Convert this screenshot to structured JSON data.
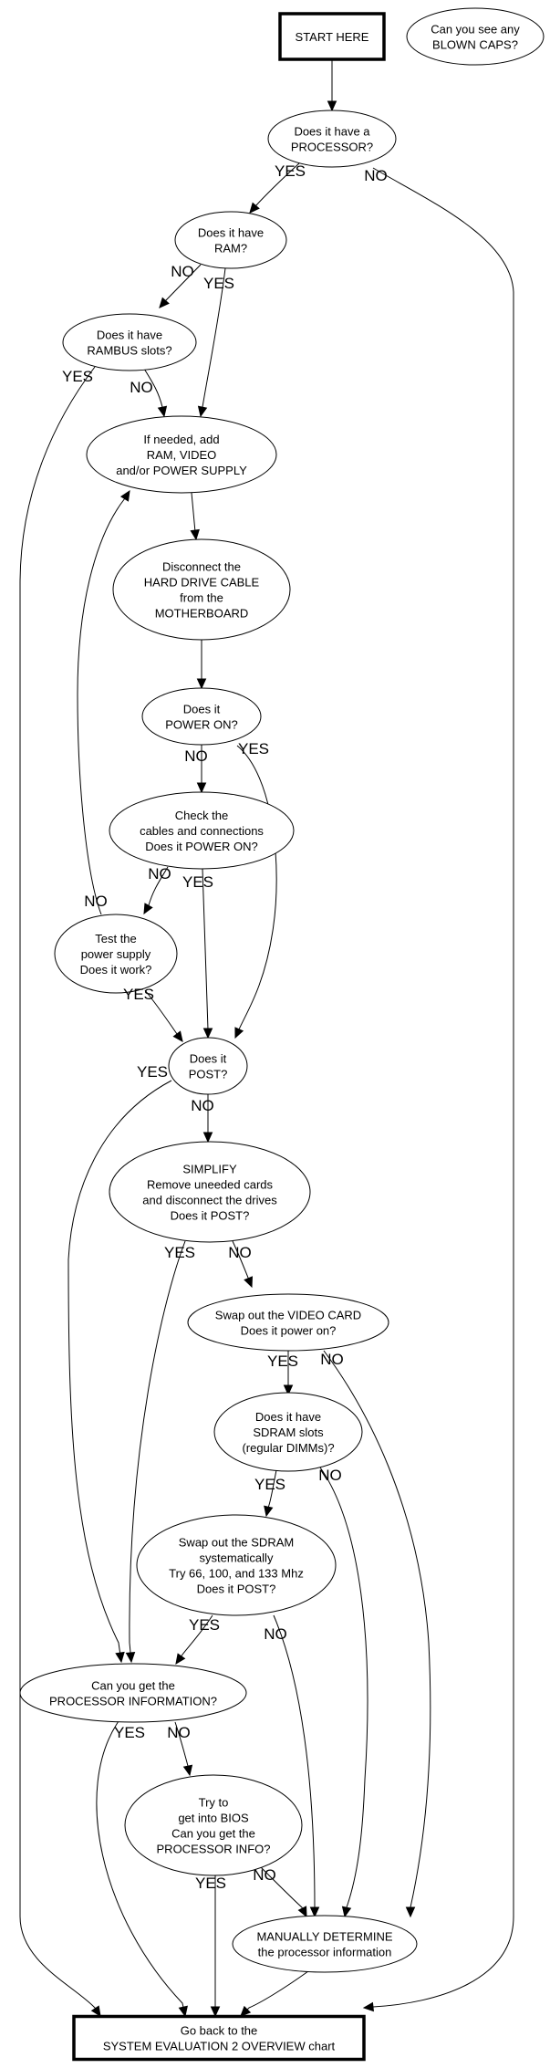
{
  "diagram": {
    "type": "flowchart",
    "nodes": {
      "start": {
        "shape": "box",
        "lines": [
          "START HERE"
        ]
      },
      "blown_caps": {
        "shape": "ellipse",
        "lines": [
          "Can you see any",
          "BLOWN CAPS?"
        ]
      },
      "processor": {
        "shape": "ellipse",
        "lines": [
          "Does it have a",
          "PROCESSOR?"
        ]
      },
      "ram": {
        "shape": "ellipse",
        "lines": [
          "Does it have",
          "RAM?"
        ]
      },
      "rambus": {
        "shape": "ellipse",
        "lines": [
          "Does it have",
          "RAMBUS slots?"
        ]
      },
      "add_parts": {
        "shape": "ellipse",
        "lines": [
          "If needed, add",
          "RAM, VIDEO",
          "and/or POWER SUPPLY"
        ]
      },
      "disconnect_hd": {
        "shape": "ellipse",
        "lines": [
          "Disconnect the",
          "HARD DRIVE CABLE",
          "from the",
          "MOTHERBOARD"
        ]
      },
      "power_on": {
        "shape": "ellipse",
        "lines": [
          "Does it",
          "POWER ON?"
        ]
      },
      "check_cables": {
        "shape": "ellipse",
        "lines": [
          "Check the",
          "cables and connections",
          "Does it POWER ON?"
        ]
      },
      "test_psu": {
        "shape": "ellipse",
        "lines": [
          "Test the",
          "power supply",
          "Does it work?"
        ]
      },
      "post": {
        "shape": "ellipse",
        "lines": [
          "Does it",
          "POST?"
        ]
      },
      "simplify": {
        "shape": "ellipse",
        "lines": [
          "SIMPLIFY",
          "Remove uneeded cards",
          "and disconnect the drives",
          "Does it POST?"
        ]
      },
      "video_card": {
        "shape": "ellipse",
        "lines": [
          "Swap out the VIDEO CARD",
          "Does it power on?"
        ]
      },
      "sdram_slots": {
        "shape": "ellipse",
        "lines": [
          "Does it have",
          "SDRAM slots",
          "(regular DIMMs)?"
        ]
      },
      "swap_sdram": {
        "shape": "ellipse",
        "lines": [
          "Swap out the SDRAM",
          "systematically",
          "Try 66, 100, and 133 Mhz",
          "Does it POST?"
        ]
      },
      "proc_info": {
        "shape": "ellipse",
        "lines": [
          "Can you get the",
          "PROCESSOR INFORMATION?"
        ]
      },
      "bios": {
        "shape": "ellipse",
        "lines": [
          "Try to",
          "get into BIOS",
          "Can you get the",
          "PROCESSOR INFO?"
        ]
      },
      "manual": {
        "shape": "ellipse",
        "lines": [
          "MANUALLY DETERMINE",
          "the processor information"
        ]
      },
      "go_back": {
        "shape": "box",
        "lines": [
          "Go back to the",
          "SYSTEM EVALUATION 2 OVERVIEW chart"
        ]
      }
    },
    "edges": [
      {
        "from": "start",
        "to": "processor",
        "label": ""
      },
      {
        "from": "processor",
        "to": "ram",
        "label": "YES"
      },
      {
        "from": "processor",
        "to": "go_back",
        "label": "NO"
      },
      {
        "from": "ram",
        "to": "rambus",
        "label": "NO"
      },
      {
        "from": "ram",
        "to": "add_parts",
        "label": "YES"
      },
      {
        "from": "rambus",
        "to": "go_back",
        "label": "YES"
      },
      {
        "from": "rambus",
        "to": "add_parts",
        "label": "NO"
      },
      {
        "from": "add_parts",
        "to": "disconnect_hd",
        "label": ""
      },
      {
        "from": "disconnect_hd",
        "to": "power_on",
        "label": ""
      },
      {
        "from": "power_on",
        "to": "check_cables",
        "label": "NO"
      },
      {
        "from": "power_on",
        "to": "post",
        "label": "YES"
      },
      {
        "from": "check_cables",
        "to": "test_psu",
        "label": "NO"
      },
      {
        "from": "check_cables",
        "to": "post",
        "label": "YES"
      },
      {
        "from": "test_psu",
        "to": "add_parts",
        "label": "NO"
      },
      {
        "from": "test_psu",
        "to": "post",
        "label": "YES"
      },
      {
        "from": "post",
        "to": "proc_info",
        "label": "YES"
      },
      {
        "from": "post",
        "to": "simplify",
        "label": "NO"
      },
      {
        "from": "simplify",
        "to": "proc_info",
        "label": "YES"
      },
      {
        "from": "simplify",
        "to": "video_card",
        "label": "NO"
      },
      {
        "from": "video_card",
        "to": "sdram_slots",
        "label": "YES"
      },
      {
        "from": "video_card",
        "to": "manual",
        "label": "NO"
      },
      {
        "from": "sdram_slots",
        "to": "swap_sdram",
        "label": "YES"
      },
      {
        "from": "sdram_slots",
        "to": "manual",
        "label": "NO"
      },
      {
        "from": "swap_sdram",
        "to": "proc_info",
        "label": "YES"
      },
      {
        "from": "swap_sdram",
        "to": "manual",
        "label": "NO"
      },
      {
        "from": "proc_info",
        "to": "go_back",
        "label": "YES"
      },
      {
        "from": "proc_info",
        "to": "bios",
        "label": "NO"
      },
      {
        "from": "bios",
        "to": "go_back",
        "label": "YES"
      },
      {
        "from": "bios",
        "to": "manual",
        "label": "NO"
      },
      {
        "from": "manual",
        "to": "go_back",
        "label": ""
      }
    ]
  }
}
